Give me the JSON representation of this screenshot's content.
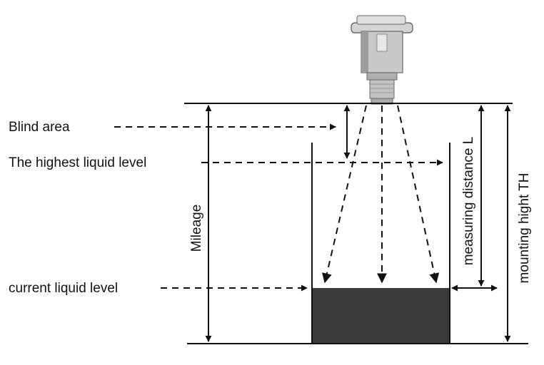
{
  "labels": {
    "blind_area": "Blind area",
    "highest_level": "The highest liquid level",
    "current_level": "current liquid level",
    "mileage": "Mileage",
    "measuring_distance": "measuring distance  L",
    "mounting_height": "mounting hight  TH"
  },
  "colors": {
    "line": "#111111",
    "liquid": "#3a3a3a",
    "sensor_body": "#c9c9c9",
    "sensor_shade": "#8d8d8d"
  },
  "icons": {
    "sensor": "ultrasonic-level-sensor-icon"
  }
}
